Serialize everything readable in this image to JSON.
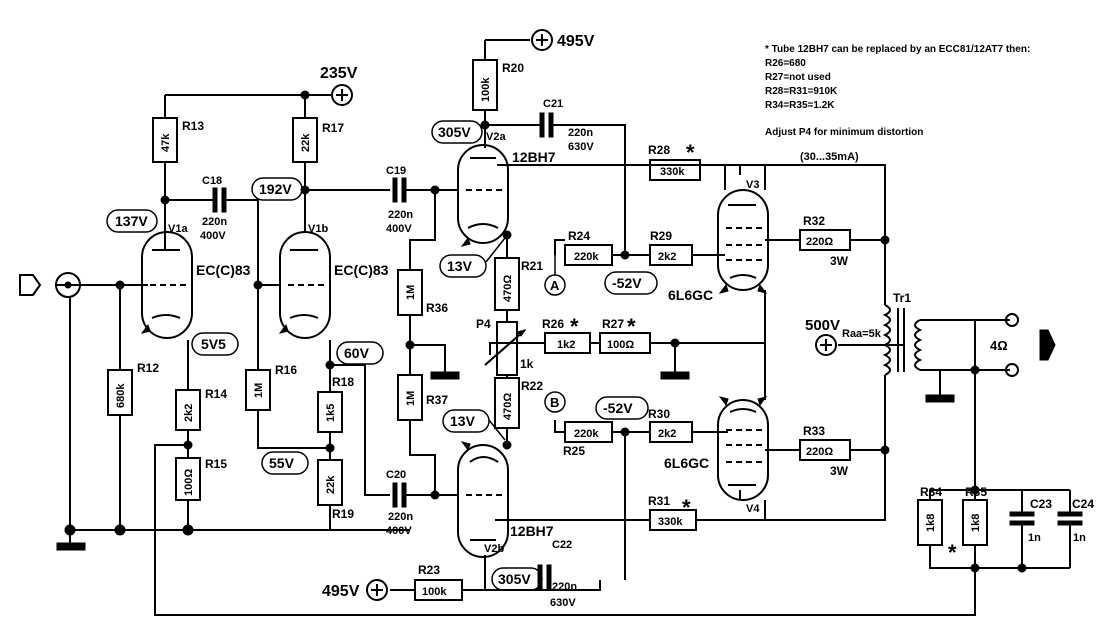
{
  "notes": {
    "line1": "* Tube 12BH7 can be replaced by an ECC81/12AT7 then:",
    "line2": "R26=680",
    "line3": "R27=not used",
    "line4": "R28=R31=910K",
    "line5": "R34=R35=1.2K",
    "line6": "Adjust P4 for minimum distortion"
  },
  "supplies": {
    "v495_top": "495V",
    "v235": "235V",
    "v495_bottom": "495V",
    "v500": "500V"
  },
  "voltages": {
    "v137": "137V",
    "v192": "192V",
    "v305_top": "305V",
    "v13_top": "13V",
    "vm52_top": "-52V",
    "v5v5": "5V5",
    "v60": "60V",
    "v55": "55V",
    "v13_bottom": "13V",
    "vm52_bottom": "-52V",
    "v305_bottom": "305V"
  },
  "tubes": {
    "v1a": "V1a",
    "v1b": "V1b",
    "ec83_1": "EC(C)83",
    "ec83_2": "EC(C)83",
    "v2a": "V2a",
    "v2b": "V2b",
    "bh7_top": "12BH7",
    "bh7_bottom": "12BH7",
    "v3": "V3",
    "v4": "V4",
    "gc_top": "6L6GC",
    "gc_bottom": "6L6GC"
  },
  "resistors": {
    "r13": {
      "ref": "R13",
      "value": "47k"
    },
    "r17": {
      "ref": "R17",
      "value": "22k"
    },
    "r20": {
      "ref": "R20",
      "value": "100k"
    },
    "r12": {
      "ref": "R12",
      "value": "680k"
    },
    "r14": {
      "ref": "R14",
      "value": "2k2"
    },
    "r15": {
      "ref": "R15",
      "value": "100Ω"
    },
    "r16": {
      "ref": "R16",
      "value": "1M"
    },
    "r18": {
      "ref": "R18",
      "value": "1k5"
    },
    "r19": {
      "ref": "R19",
      "value": "22k"
    },
    "r36": {
      "ref": "R36",
      "value": "1M"
    },
    "r37": {
      "ref": "R37",
      "value": "1M"
    },
    "r21": {
      "ref": "R21",
      "value": "470Ω"
    },
    "r22": {
      "ref": "R22",
      "value": "470Ω"
    },
    "r23": {
      "ref": "R23",
      "value": "100k"
    },
    "r24": {
      "ref": "R24",
      "value": "220k"
    },
    "r25": {
      "ref": "R25",
      "value": "220k"
    },
    "r26": {
      "ref": "R26",
      "value": "1k2"
    },
    "r27": {
      "ref": "R27",
      "value": "100Ω"
    },
    "r28": {
      "ref": "R28",
      "value": "330k"
    },
    "r29": {
      "ref": "R29",
      "value": "2k2"
    },
    "r30": {
      "ref": "R30",
      "value": "2k2"
    },
    "r31": {
      "ref": "R31",
      "value": "330k"
    },
    "r32": {
      "ref": "R32",
      "value": "220Ω"
    },
    "r33": {
      "ref": "R33",
      "value": "220Ω"
    },
    "r34": {
      "ref": "R34",
      "value": "1k8"
    },
    "r35": {
      "ref": "R35",
      "value": "1k8"
    }
  },
  "power_ratings": {
    "r32": "3W",
    "r33": "3W"
  },
  "capacitors": {
    "c18": {
      "ref": "C18",
      "value": "220n",
      "voltage": "400V"
    },
    "c19": {
      "ref": "C19",
      "value": "220n",
      "voltage": "400V"
    },
    "c20": {
      "ref": "C20",
      "value": "220n",
      "voltage": "400V"
    },
    "c21": {
      "ref": "C21",
      "value": "220n",
      "voltage": "630V"
    },
    "c22": {
      "ref": "C22",
      "value": "220n",
      "voltage": "630V"
    },
    "c23": {
      "ref": "C23",
      "value": "1n"
    },
    "c24": {
      "ref": "C24",
      "value": "1n"
    }
  },
  "pot": {
    "ref": "P4",
    "value": "1k"
  },
  "nodes": {
    "a": "A",
    "b": "B"
  },
  "transformer": {
    "ref": "Tr1",
    "raa": "Raa=5k",
    "output": "4Ω"
  },
  "current": "(30...35mA)",
  "stars": {
    "s1": "*",
    "s2": "*",
    "s3": "*",
    "s4": "*",
    "s5": "*"
  }
}
